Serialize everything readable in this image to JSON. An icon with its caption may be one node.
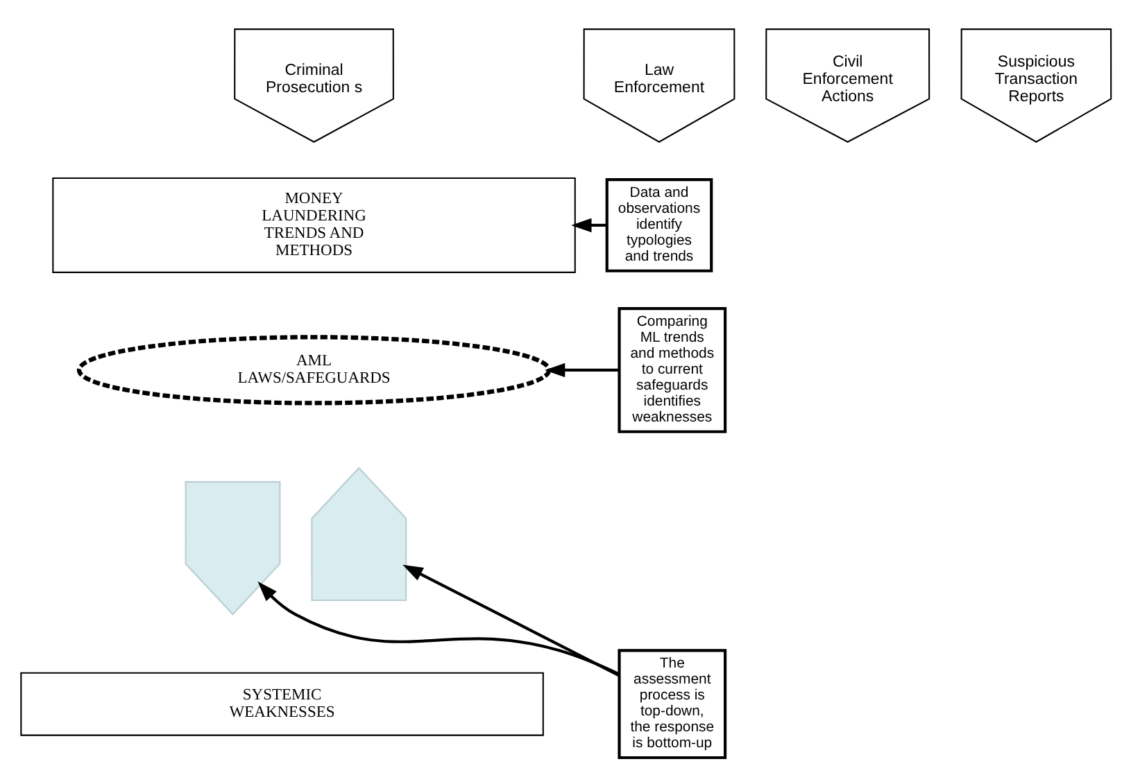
{
  "diagram": {
    "nodes": [
      {
        "text": [
          "Criminal Prosecution s"
        ]
      },
      {
        "text": [
          "Civil Enforcement Actions"
        ]
      },
      {
        "text": [
          "Suspicious Transaction Reports"
        ]
      },
      {
        "text": [
          "Law Enforcement"
        ]
      },
      {
        "text": [
          "Comparing ML trends and methods to current safeguards identifies weaknesses"
        ]
      },
      {
        "text": [
          "MONEY LAUNDERING TRENDS AND METHODS"
        ]
      },
      {
        "text": [
          "Data and observations identify typologies and trends"
        ]
      },
      {
        "text": [
          "AML LAWS/SAFEGUARDS"
        ]
      },
      {
        "text": [],
        "shape": "arrow"
      },
      {
        "text": [],
        "shape": "arrow"
      },
      {
        "text": [
          "The assessment process is top-down, the response is bottom-up"
        ]
      },
      {
        "text": [
          "SYSTEMIC WEAKNESSES"
        ]
      }
    ],
    "edges": [
      {
        "from": 4,
        "to": 7,
        "arrow": "to"
      },
      {
        "from": 6,
        "to": 5,
        "arrow": "to"
      },
      {
        "from": 10,
        "to": 8,
        "arrow": "to"
      },
      {
        "from": 10,
        "to": 9,
        "arrow": "to"
      }
    ]
  }
}
